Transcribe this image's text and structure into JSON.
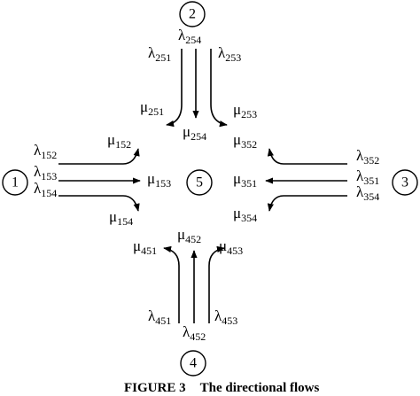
{
  "nodes": {
    "n1": "1",
    "n2": "2",
    "n3": "3",
    "n4": "4",
    "n5": "5"
  },
  "labels": {
    "lambda_251": {
      "sym": "λ",
      "sub": "251"
    },
    "lambda_254": {
      "sym": "λ",
      "sub": "254"
    },
    "lambda_253": {
      "sym": "λ",
      "sub": "253"
    },
    "mu_251": {
      "sym": "μ",
      "sub": "251"
    },
    "mu_254": {
      "sym": "μ",
      "sub": "254"
    },
    "mu_253": {
      "sym": "μ",
      "sub": "253"
    },
    "lambda_152": {
      "sym": "λ",
      "sub": "152"
    },
    "lambda_153": {
      "sym": "λ",
      "sub": "153"
    },
    "lambda_154": {
      "sym": "λ",
      "sub": "154"
    },
    "mu_152": {
      "sym": "μ",
      "sub": "152"
    },
    "mu_153": {
      "sym": "μ",
      "sub": "153"
    },
    "mu_154": {
      "sym": "μ",
      "sub": "154"
    },
    "lambda_352": {
      "sym": "λ",
      "sub": "352"
    },
    "lambda_351": {
      "sym": "λ",
      "sub": "351"
    },
    "lambda_354": {
      "sym": "λ",
      "sub": "354"
    },
    "mu_352": {
      "sym": "μ",
      "sub": "352"
    },
    "mu_351": {
      "sym": "μ",
      "sub": "351"
    },
    "mu_354": {
      "sym": "μ",
      "sub": "354"
    },
    "lambda_451": {
      "sym": "λ",
      "sub": "451"
    },
    "lambda_452": {
      "sym": "λ",
      "sub": "452"
    },
    "lambda_453": {
      "sym": "λ",
      "sub": "453"
    },
    "mu_451": {
      "sym": "μ",
      "sub": "451"
    },
    "mu_452": {
      "sym": "μ",
      "sub": "452"
    },
    "mu_453": {
      "sym": "μ",
      "sub": "453"
    }
  },
  "caption": {
    "figure_number": "FIGURE 3",
    "title": "The directional flows"
  }
}
